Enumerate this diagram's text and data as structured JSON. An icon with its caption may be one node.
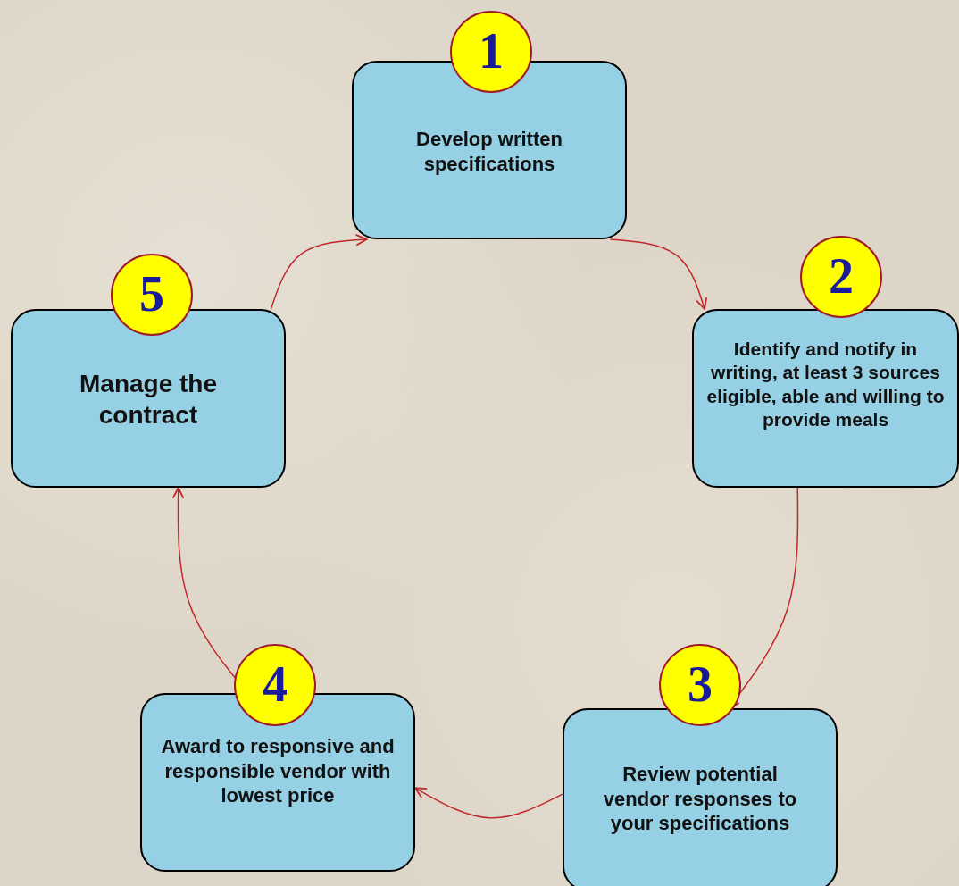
{
  "diagram": {
    "nodes": [
      {
        "text": [
          "1",
          "Develop written specifications"
        ]
      },
      {
        "text": [
          "2",
          "Identify and notify in writing, at least 3 sources eligible, able and willing to provide meals"
        ]
      },
      {
        "text": [
          "3",
          "Review potential vendor responses to your specifications"
        ]
      },
      {
        "text": [
          "4",
          "Award to responsive and responsible vendor with lowest price"
        ]
      },
      {
        "text": [
          "5",
          "Manage the contract"
        ]
      }
    ],
    "edges": [
      {
        "from": 0,
        "to": 1,
        "arrow": "to"
      },
      {
        "from": 1,
        "to": 2,
        "arrow": "to"
      },
      {
        "from": 2,
        "to": 3,
        "arrow": "to"
      },
      {
        "from": 3,
        "to": 4,
        "arrow": "to"
      },
      {
        "from": 4,
        "to": 0,
        "arrow": "to"
      }
    ]
  }
}
